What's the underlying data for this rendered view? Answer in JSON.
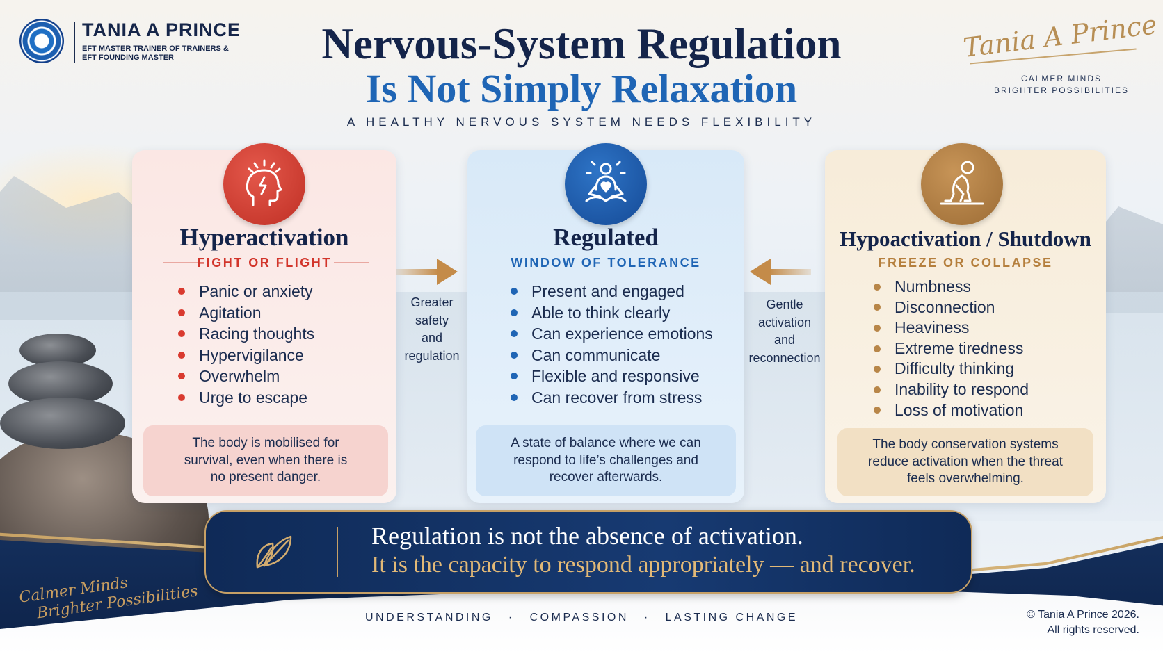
{
  "brand": {
    "name": "TANIA A PRINCE",
    "subtitle_line1": "EFT MASTER TRAINER OF TRAINERS &",
    "subtitle_line2": "EFT FOUNDING MASTER"
  },
  "header": {
    "title_line1": "Nervous-System Regulation",
    "title_line2": "Is Not Simply Relaxation",
    "subtitle": "A HEALTHY NERVOUS SYSTEM NEEDS FLEXIBILITY"
  },
  "signature": {
    "text": "Tania A Prince",
    "tagline_line1": "CALMER MINDS",
    "tagline_line2": "BRIGHTER POSSIBILITIES"
  },
  "cards": [
    {
      "icon": "head-lightning-icon",
      "title": "Hyperactivation",
      "subtitle": "FIGHT OR FLIGHT",
      "items": [
        "Panic or anxiety",
        "Agitation",
        "Racing thoughts",
        "Hypervigilance",
        "Overwhelm",
        "Urge to escape"
      ],
      "note": [
        "The body is mobilised for",
        "survival, even when there is",
        "no present danger."
      ]
    },
    {
      "icon": "meditation-heart-icon",
      "title": "Regulated",
      "subtitle": "WINDOW OF TOLERANCE",
      "items": [
        "Present and engaged",
        "Able to think clearly",
        "Can experience emotions",
        "Can communicate",
        "Flexible and responsive",
        "Can recover from stress"
      ],
      "note": [
        "A state of balance where we can",
        "respond to life’s challenges and",
        "recover afterwards."
      ]
    },
    {
      "icon": "slumped-person-icon",
      "title": "Hypoactivation / Shutdown",
      "subtitle": "FREEZE OR COLLAPSE",
      "items": [
        "Numbness",
        "Disconnection",
        "Heaviness",
        "Extreme tiredness",
        "Difficulty thinking",
        "Inability to respond",
        "Loss of motivation"
      ],
      "note": [
        "The body conservation systems",
        "reduce activation when the threat",
        "feels overwhelming."
      ]
    }
  ],
  "arrows": {
    "right": [
      "Greater",
      "safety",
      "and",
      "regulation"
    ],
    "left": [
      "Gentle",
      "activation",
      "and",
      "reconnection"
    ]
  },
  "quote": {
    "icon": "leaf-icon",
    "line1": "Regulation is not the absence of activation.",
    "line2": "It is the capacity to respond appropriately — and recover."
  },
  "footer": {
    "script_line1": "Calmer Minds",
    "script_line2": "Brighter Possibilities",
    "values": [
      "UNDERSTANDING",
      "COMPASSION",
      "LASTING CHANGE"
    ],
    "separator": "·",
    "copyright_line1": "© Tania A Prince 2026.",
    "copyright_line2": "All rights reserved."
  },
  "colors": {
    "navy": "#14244a",
    "blue": "#1f65b5",
    "red": "#d2352b",
    "gold": "#b57f3d"
  }
}
